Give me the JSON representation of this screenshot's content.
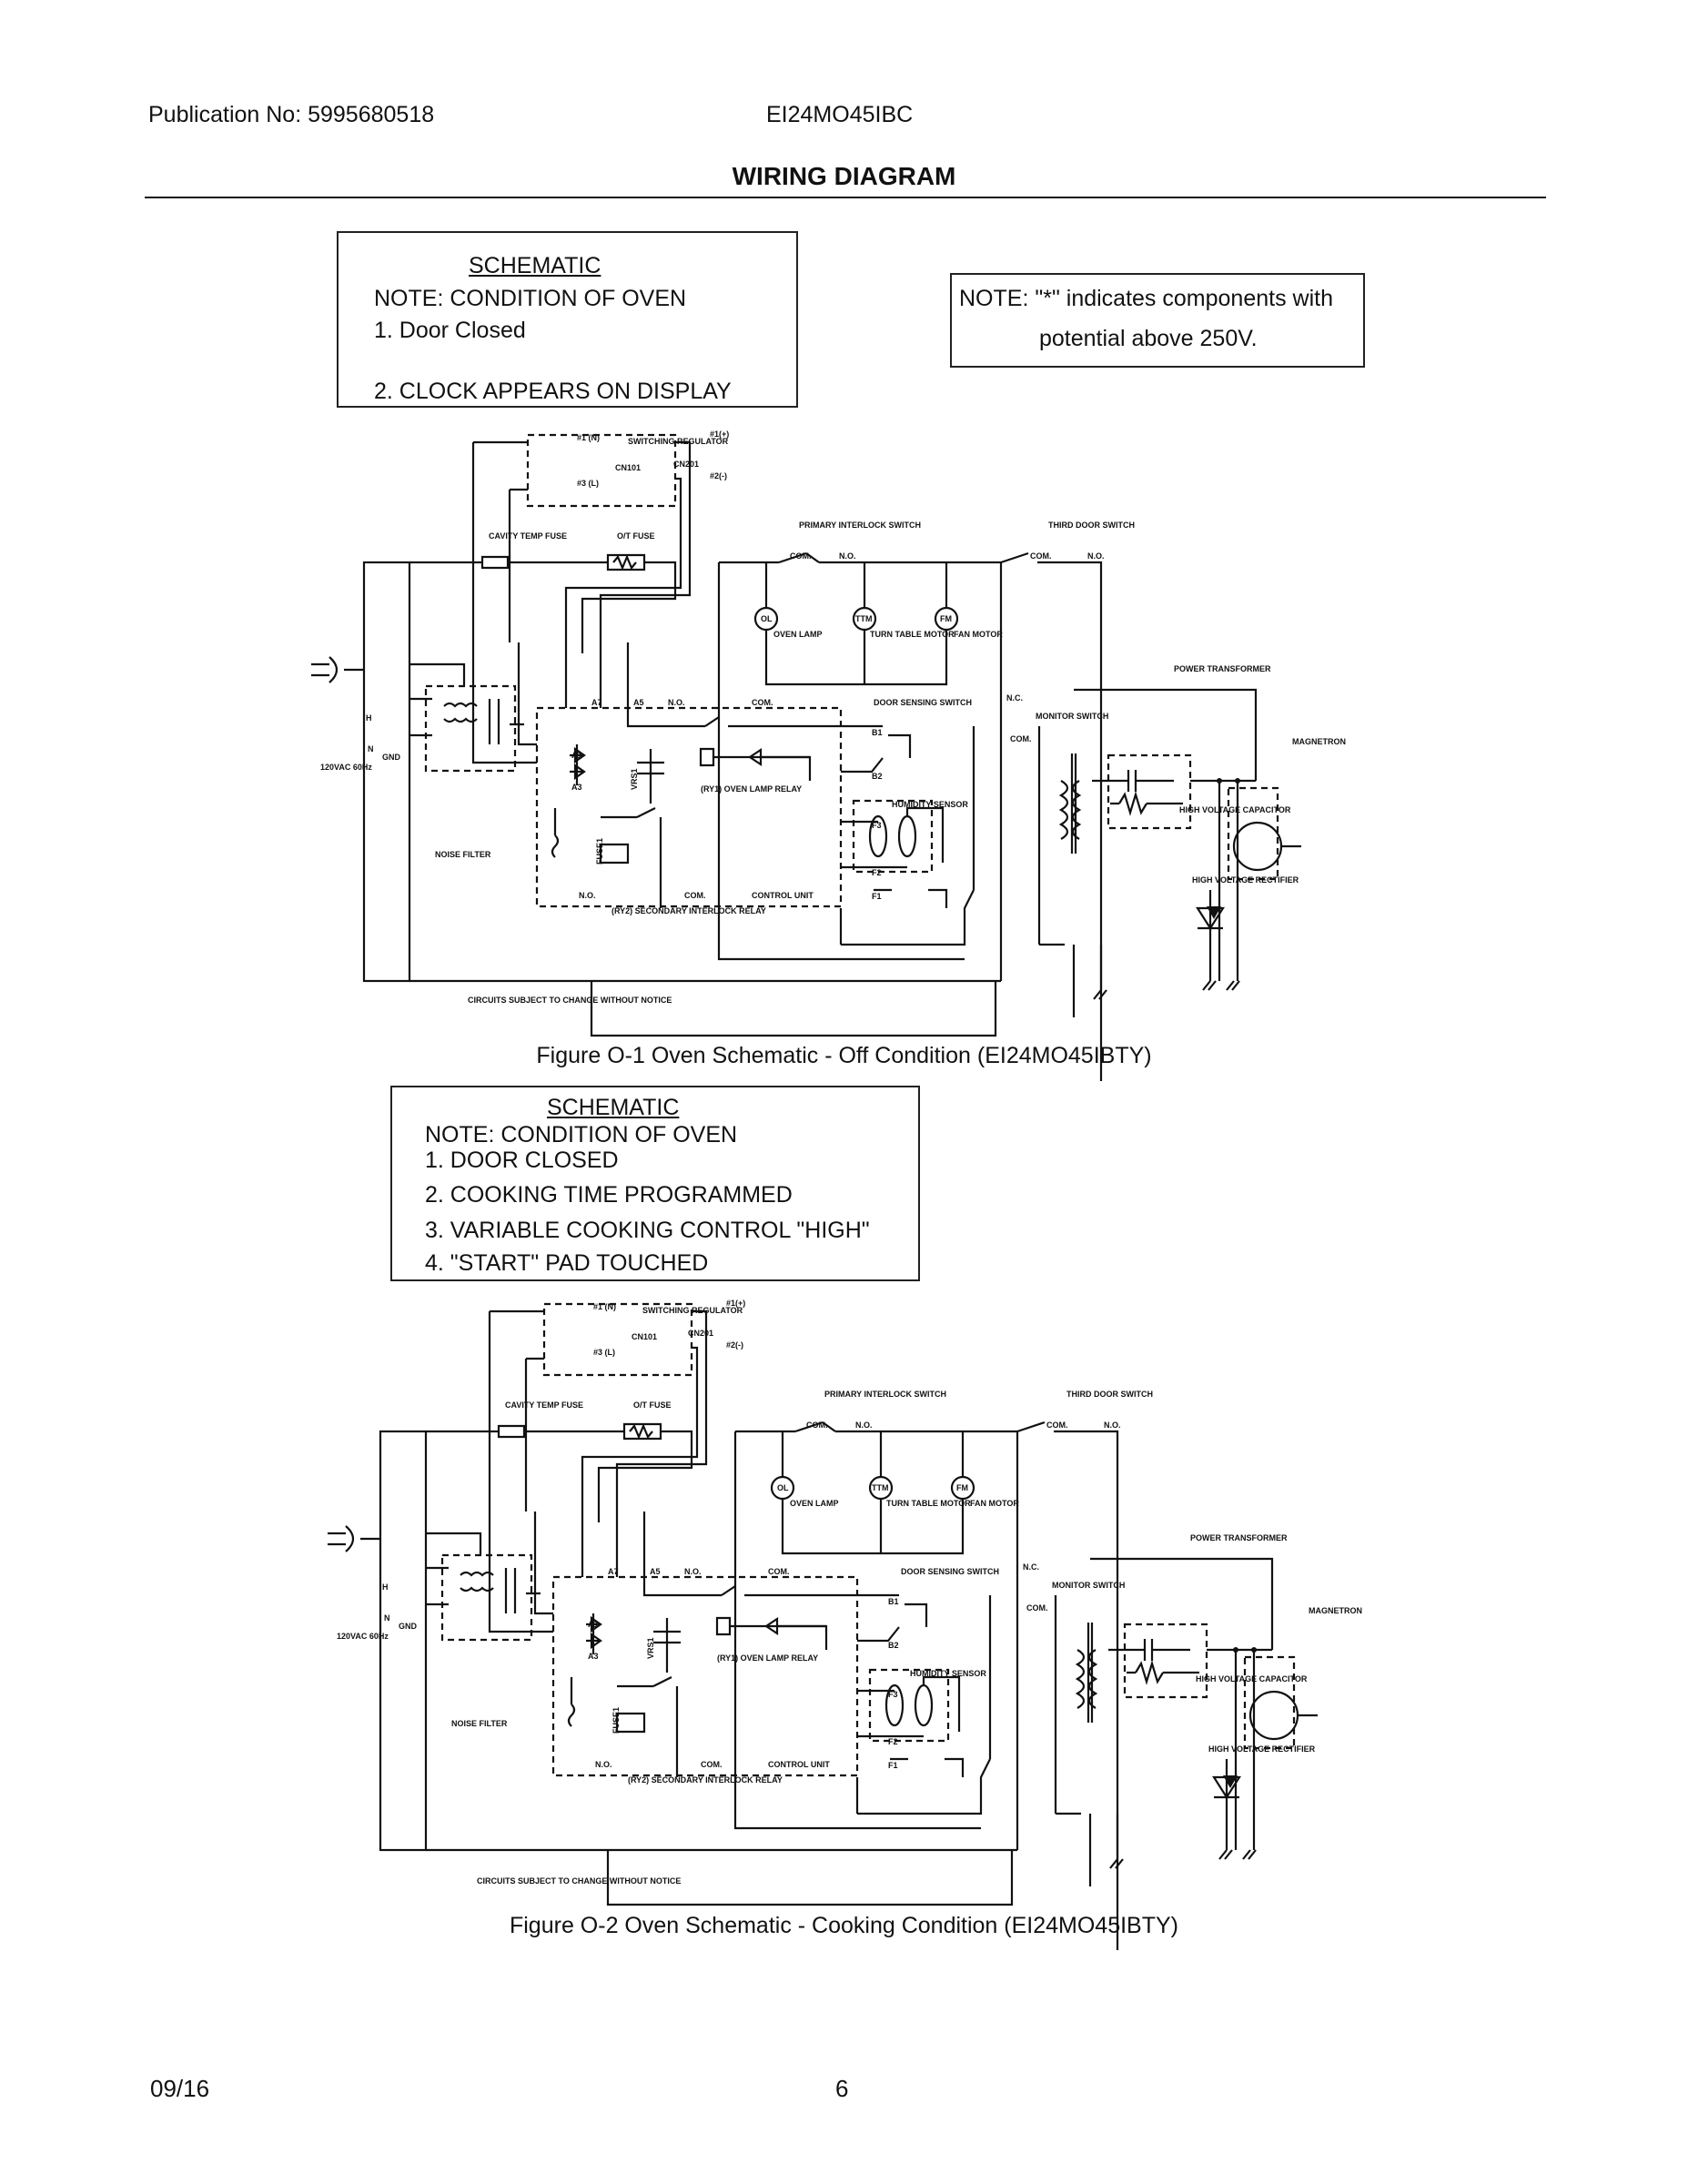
{
  "header": {
    "publication": "Publication No: 5995680518",
    "model": "EI24MO45IBC",
    "title": "WIRING DIAGRAM"
  },
  "figure1": {
    "note": {
      "heading": "SCHEMATIC",
      "condition": "NOTE: CONDITION OF OVEN",
      "items": [
        "1. Door Closed",
        "2. CLOCK APPEARS ON DISPLAY"
      ]
    },
    "voltage_note": {
      "line1": "NOTE: \"*\" indicates components with",
      "line2": "potential above 250V."
    },
    "caption": "Figure O-1 Oven Schematic - Off  Condition (EI24MO45IBTY)"
  },
  "figure2": {
    "note": {
      "heading": "SCHEMATIC",
      "condition": "NOTE: CONDITION OF OVEN",
      "items": [
        "1. DOOR CLOSED",
        "2. COOKING TIME PROGRAMMED",
        "3. VARIABLE COOKING CONTROL \"HIGH\"",
        "4. \"START\" PAD TOUCHED"
      ]
    },
    "caption": "Figure O-2 Oven Schematic - Cooking Condition (EI24MO45IBTY)"
  },
  "schematic_labels": {
    "regulator": "SWITCHING REGULATOR",
    "cn101": "CN101",
    "cn201": "CN201",
    "p1n": "#1 (N)",
    "p3l": "#3 (L)",
    "p1plus": "#1(+)",
    "p2minus": "#2(-)",
    "cavity_fuse": "CAVITY  TEMP FUSE",
    "ot_fuse": "O/T FUSE",
    "primary_switch": "PRIMARY INTERLOCK SWITCH",
    "third_switch": "THIRD DOOR SWITCH",
    "com": "COM.",
    "no": "N.O.",
    "nc": "N.C.",
    "ol": "OL",
    "oven_lamp": "OVEN LAMP",
    "ttm": "TTM",
    "turntable_motor": "TURN TABLE MOTOR",
    "fm": "FM",
    "fan_motor": "FAN MOTOR",
    "door_sensing": "DOOR SENSING SWITCH",
    "monitor_switch": "MONITOR SWITCH",
    "power_transformer": "POWER TRANSFORMER",
    "magnetron": "MAGNETRON",
    "hv_capacitor": "HIGH VOLTAGE CAPACITOR",
    "hv_rectifier": "HIGH VOLTAGE RECTIFIER",
    "humidity_sensor": "HUMIDITY SENSOR",
    "control_unit": "CONTROL UNIT",
    "ry1": "(RY1) OVEN LAMP RELAY",
    "ry2": "(RY2) SECONDARY INTERLOCK RELAY",
    "noise_filter": "NOISE FILTER",
    "supply": "120VAC 60Hz",
    "gnd": "GND",
    "h": "H",
    "n": "N",
    "a7": "A7",
    "a5": "A5",
    "a1": "A1",
    "a3": "A3",
    "b1": "B1",
    "b2": "B2",
    "f1": "F1",
    "f2": "F2",
    "f3": "F3",
    "fuse1": "FUSE1",
    "vrs1": "VRS1",
    "notice": "CIRCUITS SUBJECT TO CHANGE WITHOUT NOTICE"
  },
  "footer": {
    "date": "09/16",
    "page": "6"
  }
}
